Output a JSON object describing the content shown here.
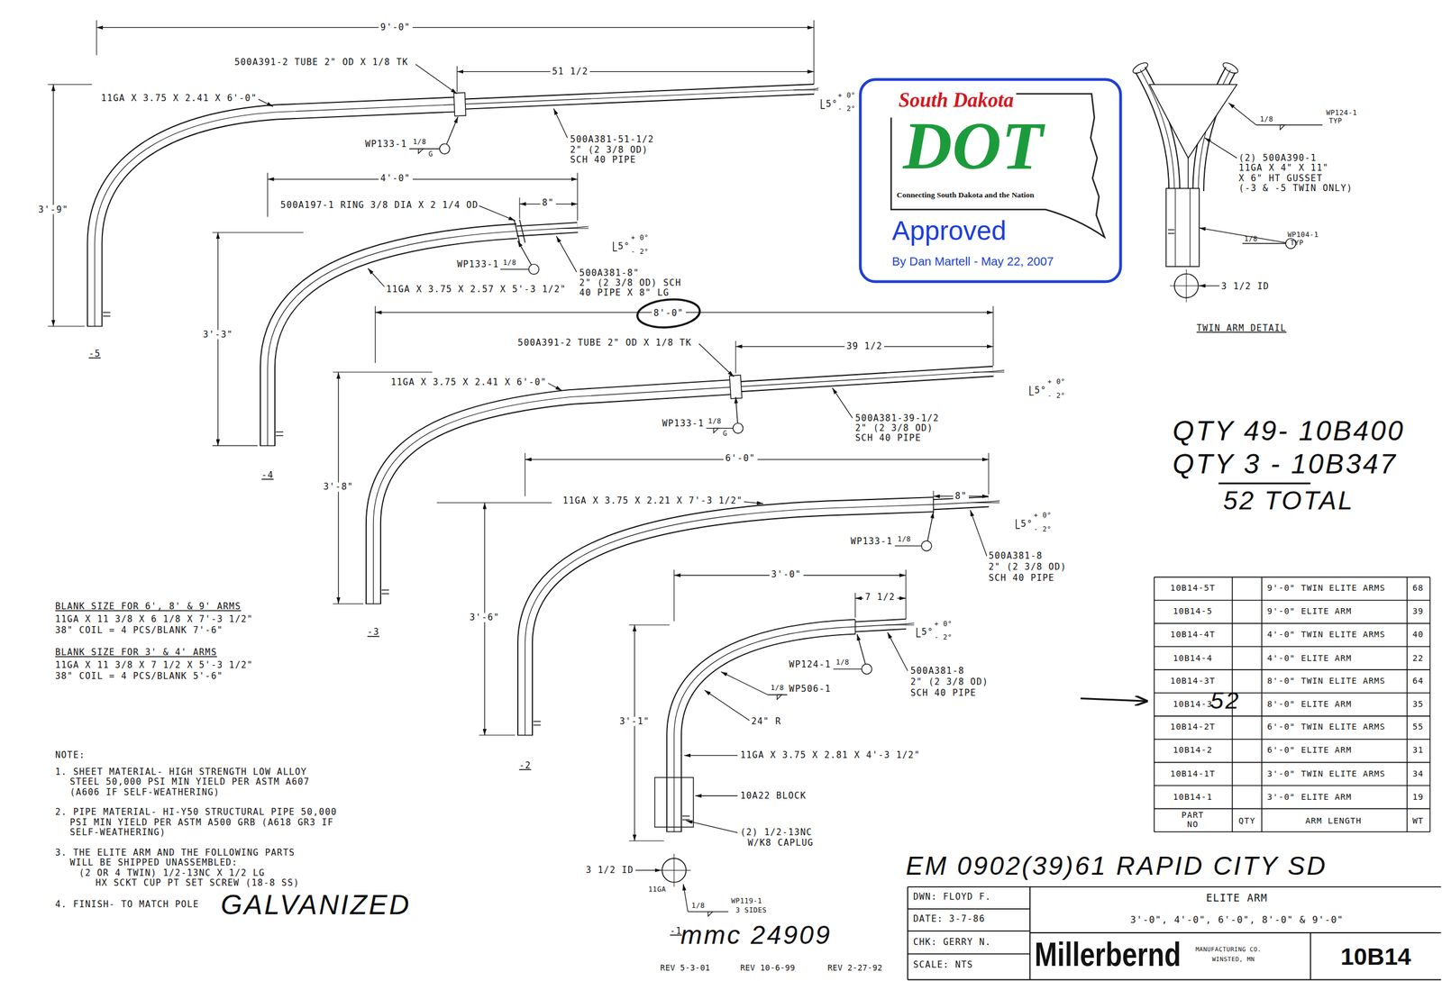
{
  "diagram": {
    "nodes": [
      {
        "text": [
          "South Dakota",
          "DOT",
          "Connecting South Dakota and the Nation",
          "Approved",
          "By Dan Martell - May 22, 2007"
        ]
      }
    ],
    "labels": [
      "9'-0\"",
      "500A391-2 TUBE 2\" OD X 1/8 TK",
      "51 1/2",
      "11GA X 3.75 X 2.41 X 6'-0\"",
      "5°",
      "+ 0°",
      "- 2°",
      "WP133-1",
      "1/8",
      "G",
      "500A381-51-1/2",
      "2\" (2 3/8 OD)",
      "SCH 40 PIPE",
      "3'-9\"",
      "-5",
      "4'-0\"",
      "500A197-1 RING 3/8 DIA X 2 1/4 OD",
      "8\"",
      "5°",
      "+ 0°",
      "- 2°",
      "WP133-1",
      "1/8",
      "500A381-8\"",
      "2\" (2 3/8 OD) SCH",
      "40 PIPE X 8\" LG",
      "11GA X 3.75 X 2.57 X 5'-3 1/2\"",
      "3'-3\"",
      "-4",
      "8'-0\"",
      "500A391-2 TUBE 2\" OD X 1/8 TK",
      "39 1/2",
      "11GA X 3.75 X 2.41 X 6'-0\"",
      "5°",
      "+ 0°",
      "- 2°",
      "WP133-1",
      "1/8",
      "G",
      "500A381-39-1/2",
      "2\" (2 3/8 OD)",
      "SCH 40 PIPE",
      "3'-8\"",
      "-3",
      "6'-0\"",
      "11GA X 3.75 X 2.21 X 7'-3 1/2\"",
      "8\"",
      "5°",
      "+ 0°",
      "- 2°",
      "WP133-1",
      "1/8",
      "500A381-8",
      "2\" (2 3/8 OD)",
      "SCH 40 PIPE",
      "3'-6\"",
      "-2",
      "3'-0\"",
      "7 1/2",
      "5°",
      "+ 0°",
      "- 2°",
      "WP124-1",
      "1/8",
      "1/8",
      "WP506-1",
      "500A381-8",
      "2\" (2 3/8 OD)",
      "SCH 40 PIPE",
      "24\" R",
      "3'-1\"",
      "11GA X 3.75 X 2.81 X 4'-3 1/2\"",
      "10A22 BLOCK",
      "(2) 1/2-13NC",
      "W/K8 CAPLUG",
      "3 1/2 ID",
      "11GA",
      "1/8",
      "WP119-1",
      "3 SIDES",
      "-1",
      "1/8",
      "WP124-1",
      "TYP",
      "(2) 500A390-1",
      "11GA X 4\" X 11\"",
      "X 6\" HT GUSSET",
      "(-3 & -5 TWIN ONLY)",
      "1/8",
      "WP104-1",
      "TYP",
      "3 1/2 ID",
      "TWIN ARM DETAIL",
      "QTY 49- 10B400",
      "QTY 3 - 10B347",
      "52 TOTAL",
      "52",
      "BLANK SIZE FOR 6', 8' & 9' ARMS",
      "11GA X 11 3/8 X 6 1/8 X 7'-3 1/2\"",
      "38\" COIL = 4 PCS/BLANK 7'-6\"",
      "BLANK SIZE FOR 3' & 4' ARMS",
      "11GA X 11 3/8 X 7 1/2 X 5'-3 1/2\"",
      "38\" COIL = 4 PCS/BLANK 5'-6\"",
      "NOTE:",
      "1. SHEET MATERIAL- HIGH STRENGTH LOW ALLOY",
      "STEEL 50,000 PSI MIN YIELD PER ASTM A607",
      "(A606 IF SELF-WEATHERING)",
      "2. PIPE MATERIAL- HI-Y50 STRUCTURAL PIPE 50,000",
      "PSI MIN YIELD PER ASTM A500 GRB (A618 GR3 IF",
      "SELF-WEATHERING)",
      "3. THE ELITE ARM AND THE FOLLOWING PARTS",
      "WILL BE SHIPPED UNASSEMBLED:",
      "(2 OR 4 TWIN) 1/2-13NC X 1/2 LG",
      "HX SCKT CUP PT SET SCREW (18-8 SS)",
      "4. FINISH- TO MATCH POLE",
      "GALVANIZED",
      "10B14-5T",
      "9'-0\" TWIN ELITE ARMS",
      "68",
      "10B14-5",
      "9'-0\" ELITE ARM",
      "39",
      "10B14-4T",
      "4'-0\" TWIN ELITE ARMS",
      "40",
      "10B14-4",
      "4'-0\" ELITE ARM",
      "22",
      "10B14-3T",
      "8'-0\" TWIN ELITE ARMS",
      "64",
      "10B14-3",
      "8'-0\" ELITE ARM",
      "35",
      "10B14-2T",
      "6'-0\" TWIN ELITE ARMS",
      "55",
      "10B14-2",
      "6'-0\" ELITE ARM",
      "31",
      "10B14-1T",
      "3'-0\" TWIN ELITE ARMS",
      "34",
      "10B14-1",
      "3'-0\" ELITE ARM",
      "19",
      "PART NO",
      "QTY",
      "ARM LENGTH",
      "WT",
      "EM 0902(39)61 RAPID CITY SD",
      "mmc 24909",
      "REV 5-3-01",
      "REV 10-6-99",
      "REV 2-27-92",
      "DWN: FLOYD F.",
      "DATE: 3-7-86",
      "CHK: GERRY N.",
      "SCALE: NTS",
      "ELITE ARM",
      "3'-0\", 4'-0\", 6'-0\", 8'-0\" & 9'-0\"",
      "Millerbernd",
      "MANUFACTURING CO.",
      "WINSTED, MN",
      "10B14"
    ]
  }
}
